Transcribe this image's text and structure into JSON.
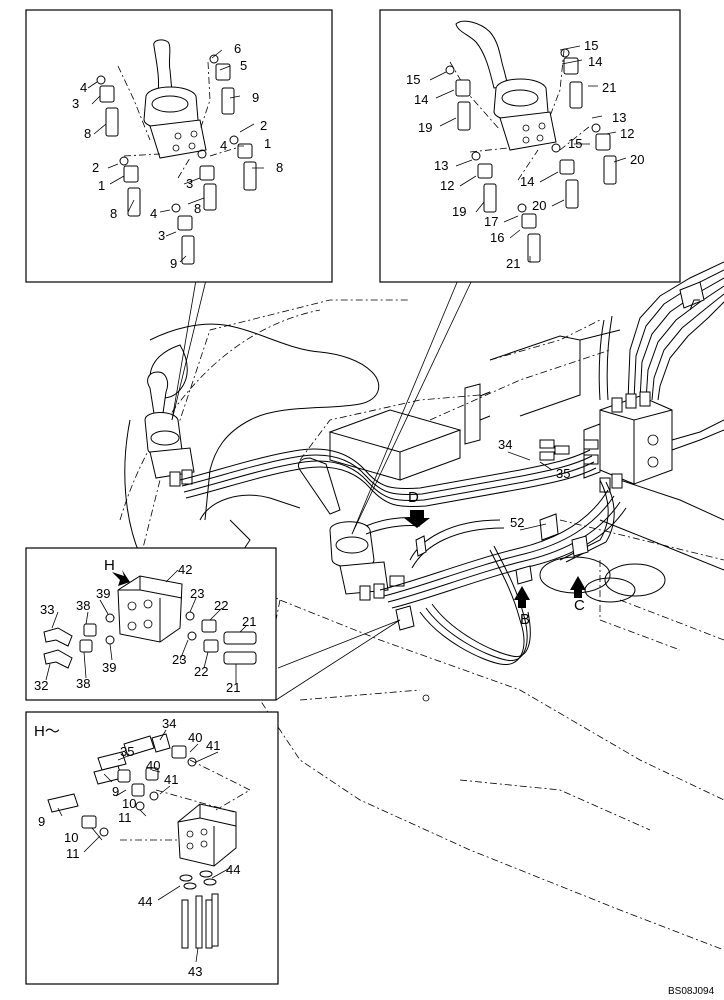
{
  "panels": {
    "left_controller": {
      "labels": [
        "6",
        "5",
        "4",
        "3",
        "9",
        "8",
        "2",
        "4",
        "1",
        "2",
        "1",
        "8",
        "3",
        "8",
        "8",
        "4",
        "3",
        "9"
      ]
    },
    "right_controller": {
      "labels": [
        "15",
        "14",
        "15",
        "14",
        "21",
        "19",
        "13",
        "15",
        "12",
        "13",
        "12",
        "20",
        "14",
        "19",
        "17",
        "20",
        "16",
        "21"
      ]
    },
    "valve_h": {
      "title": "H",
      "labels": [
        "42",
        "33",
        "38",
        "39",
        "23",
        "22",
        "21",
        "23",
        "22",
        "32",
        "38",
        "39",
        "21"
      ]
    },
    "valve_h_tilde": {
      "title": "H～",
      "labels": [
        "34",
        "40",
        "41",
        "35",
        "40",
        "9",
        "41",
        "10",
        "11",
        "9",
        "10",
        "11",
        "44",
        "44",
        "43"
      ]
    }
  },
  "main": {
    "labels": [
      "34",
      "35",
      "52"
    ],
    "arrows": [
      "D",
      "B",
      "C"
    ]
  },
  "drawing_code": "BS08J094"
}
